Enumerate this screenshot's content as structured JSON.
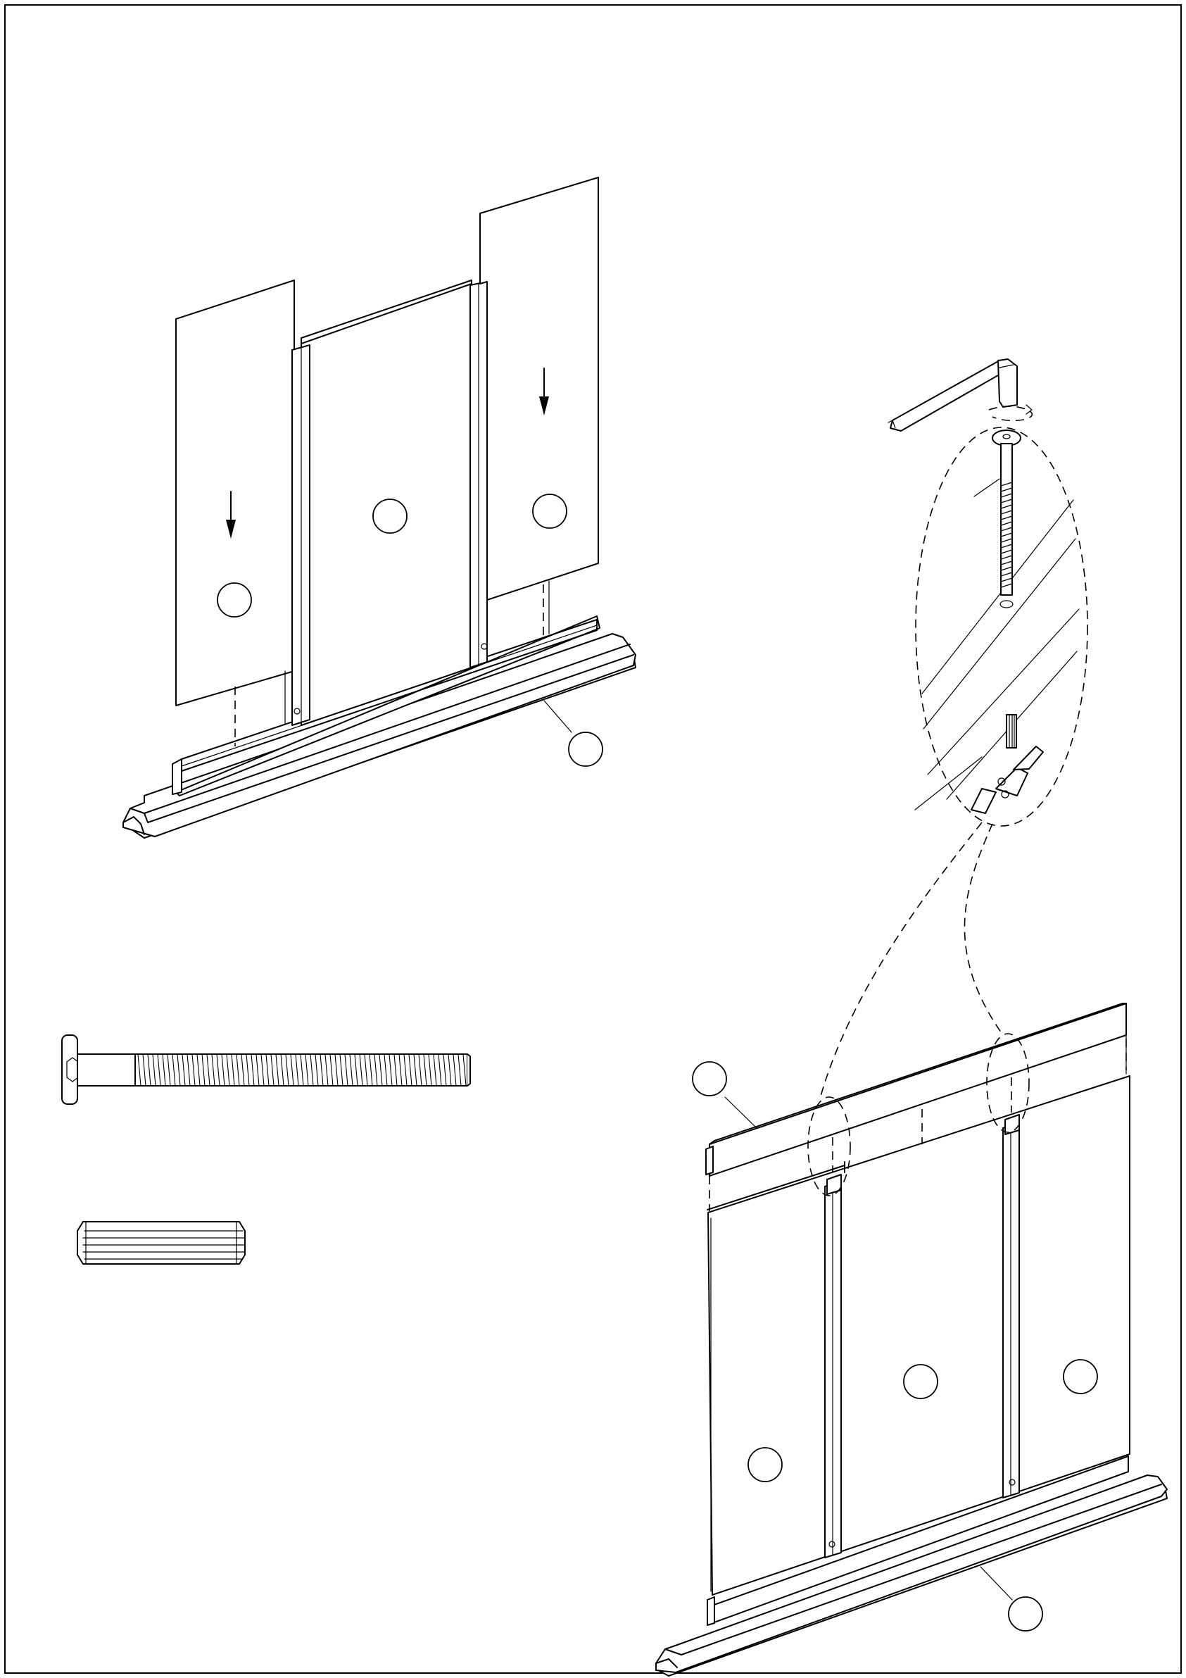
{
  "document": {
    "type": "assembly-instruction-sheet",
    "steps": [
      {
        "id": "upper-left",
        "callouts": [
          "",
          "",
          "",
          ""
        ]
      },
      {
        "id": "lower-right",
        "callouts": [
          "",
          "",
          "",
          "",
          ""
        ]
      }
    ],
    "parts": [
      {
        "icon": "bolt-icon",
        "callout": ""
      },
      {
        "icon": "wooden-dowel-icon",
        "callout": ""
      }
    ],
    "detail": {
      "icon": "hex-key-icon"
    }
  },
  "colors": {
    "line": "#000000",
    "paper": "#ffffff"
  }
}
